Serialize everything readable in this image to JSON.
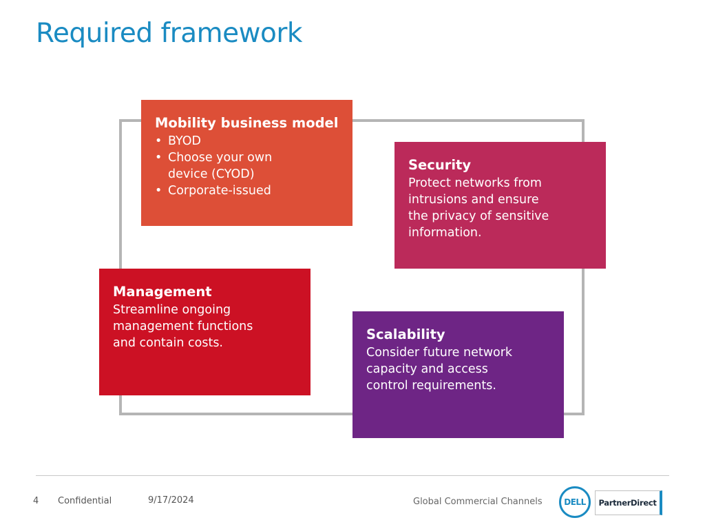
{
  "slide": {
    "title": "Required framework"
  },
  "boxes": {
    "mobility": {
      "heading": "Mobility business model",
      "bullets": [
        "BYOD",
        "Choose your own device (CYOD)",
        "Corporate-issued"
      ],
      "color": "#dd4f37"
    },
    "security": {
      "heading": "Security",
      "body": "Protect networks from intrusions and ensure the privacy of sensitive information.",
      "color": "#bb2a5a"
    },
    "management": {
      "heading": "Management",
      "body": "Streamline ongoing management functions and contain costs.",
      "color": "#cc1124"
    },
    "scalability": {
      "heading": "Scalability",
      "body": "Consider future network capacity and access control requirements.",
      "color": "#6e2585"
    }
  },
  "footer": {
    "page_number": "4",
    "confidential": "Confidential",
    "date": "9/17/2024",
    "channel": "Global Commercial Channels",
    "logo_text": "DELL",
    "partner_badge": "PartnerDirect"
  },
  "colors": {
    "title": "#1a8bc2",
    "frame": "#b5b5b5"
  }
}
